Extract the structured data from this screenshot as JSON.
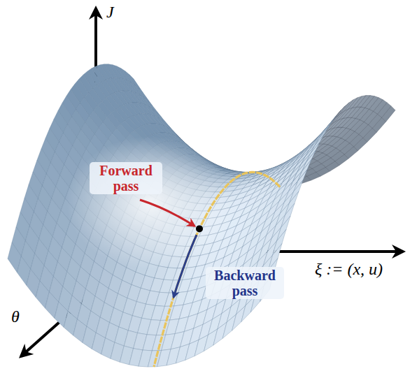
{
  "diagram": {
    "labels": [
      "J",
      "ξ := (x, u)",
      "θ",
      "Forward pass",
      "Backward pass"
    ]
  }
}
